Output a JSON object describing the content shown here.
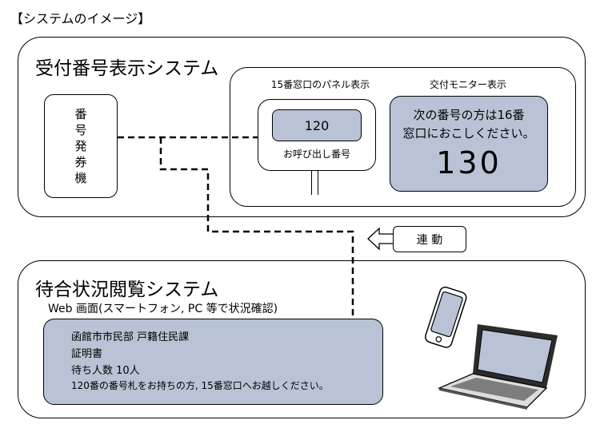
{
  "header": {
    "title": "【システムのイメージ】"
  },
  "reception_system": {
    "title": "受付番号表示システム",
    "ticket_machine": {
      "chars": [
        "番",
        "号",
        "発",
        "券",
        "機"
      ]
    },
    "panel_display": {
      "caption": "15番窓口のパネル表示",
      "number": "120",
      "call_label": "お呼び出し番号"
    },
    "monitor_display": {
      "caption": "交付モニター表示",
      "line1": "次の番号の方は16番",
      "line2": "窓口におこしください。",
      "number": "130"
    }
  },
  "link": {
    "label": "連 動"
  },
  "waiting_system": {
    "title": "待合状況閲覧システム",
    "subtitle": "Web 画面(スマートフォン, PC 等で状況確認)",
    "screen": {
      "line1": "函館市市民部 戸籍住民課",
      "line2": "証明書",
      "line3": "待ち人数 10人",
      "line4": "120番の番号札をお持ちの方, 15番窓口へお越しください。"
    }
  },
  "colors": {
    "box_fill": "#b9c3d5",
    "line": "#000000"
  },
  "icons": [
    "smartphone-icon",
    "laptop-icon",
    "left-arrow-icon"
  ]
}
